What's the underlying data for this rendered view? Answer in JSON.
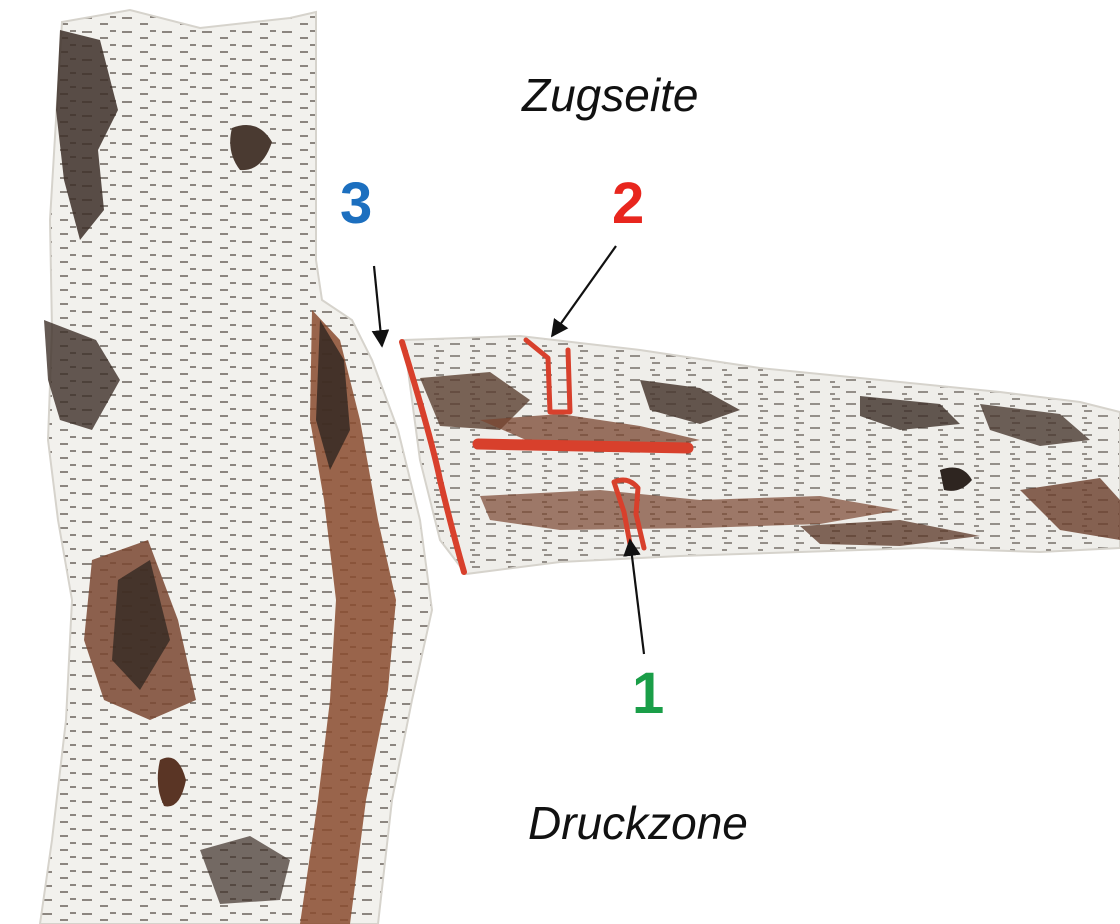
{
  "labels": {
    "top": "Zugseite",
    "bottom": "Druckzone"
  },
  "markers": [
    {
      "id": "1",
      "color": "#1a9e48"
    },
    {
      "id": "2",
      "color": "#e8261e"
    },
    {
      "id": "3",
      "color": "#1c6fbf"
    }
  ],
  "colors": {
    "cut": "#d8402c",
    "bark": "#f2f1ed",
    "bark_shadow": "#c9c6bf",
    "bark_dark": "#3d2f28",
    "bark_brown": "#8a4b2e",
    "arrow": "#111111"
  }
}
